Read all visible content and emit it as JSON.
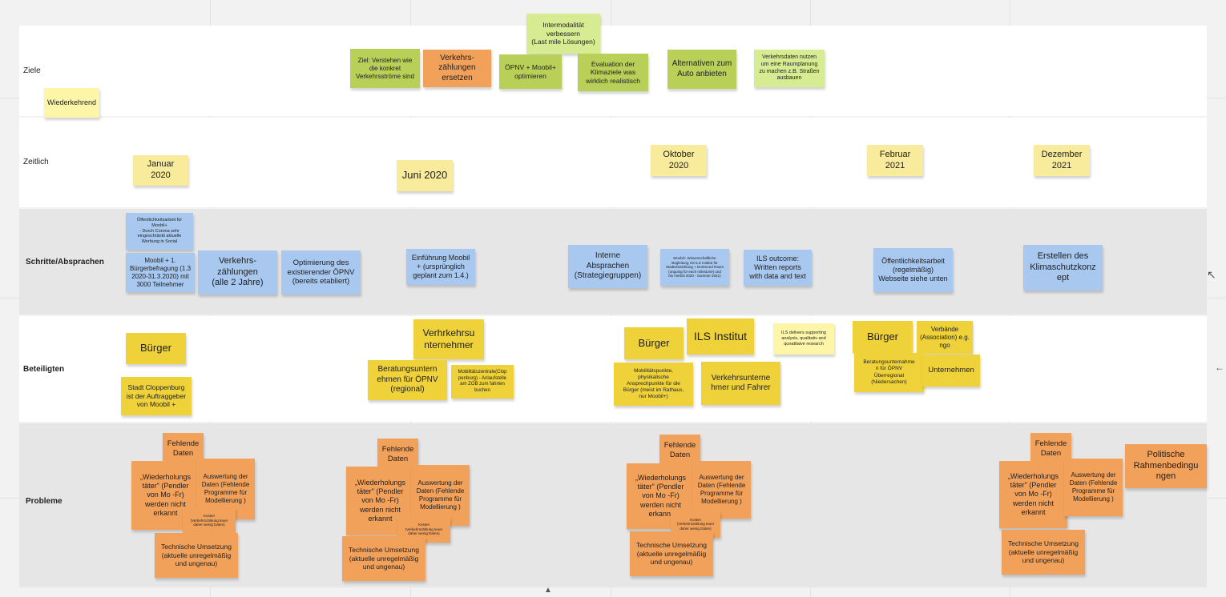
{
  "lanes": {
    "ziele": "Ziele",
    "zeitlich": "Zeitlich",
    "schritte": "Schritte/Absprachen",
    "beteiligten": "Beteiligten",
    "probleme": "Probleme"
  },
  "ziele_notes": {
    "wiederkehrend": "Wiederkehrend",
    "intermodal": "Intermodalität\nverbessern\n(Last mile Lösungen)",
    "ziel_verstehen": "Ziel: Verstehen wie\ndie konkret\nVerkehrsströme sind",
    "verkehrszaehlungen": "Verkehrs-\nzählungen\nersetzen",
    "oepnv": "ÖPNV + Moobil+\noptimieren",
    "evaluation": "Evaluation der\nKlimaziele was\nwirklich realistisch",
    "alternativen": "Alternativen zum\nAuto anbieten",
    "verkehrsdaten": "Verkehrsdaten nutzen\num eine Raumplanung\nzu machen z.B. Straßen\nausbauen"
  },
  "zeitlich_notes": {
    "januar": "Januar\n2020",
    "juni": "Juni 2020",
    "oktober": "Oktober\n2020",
    "februar": "Februar\n2021",
    "dezember": "Dezember\n2021"
  },
  "schritte_notes": {
    "oeffentlichkeit_small": "Öffentlichkeitsarbeit für\nMoobil+\n- Durch Corona sehr\neingeschränkt aktuelle\nWerbung in Social",
    "moobil_befragung": "Moobil + 1.\nBürgerbefragung (1.3\n2020-31.3.2020) mit\n3000 Teilnehmer",
    "verkehrszaehlungen": "Verkehrs-\nzählungen\n(alle 2 Jahre)",
    "optimierung": "Optimierung des\nexistierender ÖPNV\n(bereits etabliert)",
    "einfuehrung": "Einführung Moobil\n+ (ursprünglich\ngeplant zum 1.4.)",
    "interne": "Interne\nAbsprachen\n(Strategiegruppen)",
    "begleitung": "Moobil+ Wissenschaftliche\nBegleitung mit ILS Institut für\nStadtentwicklung + Dortmund Raum\n(ongoing for each milestone) und\nbis Herbst 2020 - Sommer 2021)",
    "ils_outcome": "ILS outcome:\nWritten reports\nwith data and text",
    "oeffentlichkeit_regel": "Öffentlichkeitsarbeit\n(regelmäßig)\nWebseite siehe unten",
    "erstellen": "Erstellen des\nKlimaschutzkonz\nept"
  },
  "beteiligten_notes": {
    "buerger1": "Bürger",
    "cloppenburg": "Stadt Cloppenburg\nist der Auftraggeber\nvon Moobil +",
    "verkehrsunternehmer": "Verhrkehrsu\nnternehmer",
    "beratung_regional": "Beratungsuntern\nehmen für ÖPNV\n(regional)",
    "mobilitaetszentrale": "Mobilitätszentrale(Clop\npenburg) - Anlaufstelle\nam ZOB zum fahrten\nbuchen",
    "buerger2": "Bürger",
    "ils_institut": "ILS Institut",
    "ils_delivers": "ILS delivers supporting\nanalysis, qualitativ and\nqunatitaive research",
    "mobilitaetspunkte": "Mobilitätspunkte,\nphysikalische\nAnsprechpunkte für die\nBürger (meist im Rathaus,\nnur Moobil+)",
    "verkehrsunternehmer_fahrer": "Verkehrsunterne\nhmer und Fahrer",
    "buerger3": "Bürger",
    "verbaende": "Verbände\n(Association) e.g.\nngo",
    "beratung_ueberregional": "Beratungsunternahme\nn für ÖPNV\nÜberregional\n(Niedersachen)",
    "unternehmen": "Unternehmen"
  },
  "probleme_notes": {
    "fehlende": "Fehlende\nDaten",
    "wiederholung": "„Wiederholungs\ntäter\" (Pendler\nvon Mo -Fr)\nwerden nicht\nerkannt",
    "auswertung": "Auswertung der\nDaten (Fehlende\nProgramme für\nModellierung )",
    "kosten": "Kosten\n(Verkehrszählung teuer\ndaher wenig Daten)",
    "technische": "Technische Umsetzung\n(aktuelle unregelmäßig\nund ungenau)",
    "politische": "Politische\nRahmenbedingu\nngen"
  },
  "icons": [
    "arrow-collapse-icon",
    "arrow-left-icon",
    "caret-up-icon"
  ]
}
